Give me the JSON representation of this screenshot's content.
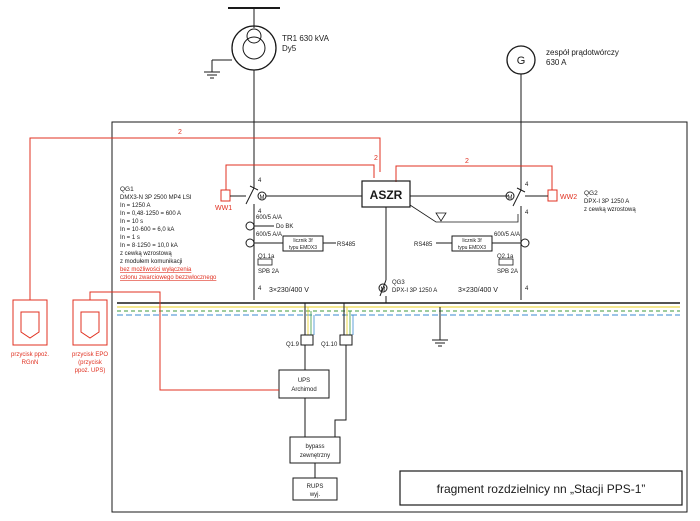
{
  "transformer": {
    "name": "TR1 630 kVA",
    "vector": "Dy5"
  },
  "generator": {
    "symbol": "G",
    "title": "zespół prądotwórczy",
    "rating": "630 A"
  },
  "aszr": {
    "label": "ASZR"
  },
  "qg1": {
    "lines": [
      "QG1",
      "DMX3-N 3P 2500 MP4 LSI",
      "In = 1250 A",
      "In = 0,48·1250 = 600 A",
      "In = 10 s",
      "In = 10·600 = 6,0 kA",
      "In = 1 s",
      "In = 8·1250 = 10,0 kA",
      "z cewką wzrostową",
      "z modułem komunikacji"
    ],
    "red_lines": [
      "bez możliwości wyłączenia",
      "członu zwarciowego bezzwłocznego"
    ]
  },
  "qg2": {
    "lines": [
      "QG2",
      "DPX-I 3P 1250 A",
      "z cewką wzrostową"
    ]
  },
  "qg3": {
    "lines": [
      "QG3",
      "DPX-I 3P 1250 A"
    ]
  },
  "ww1": "WW1",
  "ww2": "WW2",
  "cable_mark": "2",
  "pole_mark": "4",
  "ct_left_1": "600/5 A/A",
  "ct_left_2": "600/5 A/A",
  "do_bk": "Do BK",
  "meter_left": {
    "line1": "licznik 3f",
    "line2": "typu EMDX3"
  },
  "rs485_left": "RS485",
  "ct_right": "600/5 A/A",
  "meter_right": {
    "line1": "licznik 3f",
    "line2": "typu EMDX3"
  },
  "rs485_right": "RS485",
  "q11a": {
    "line1": "Q1.1a",
    "line2": "SPB 2A"
  },
  "q21a": {
    "line1": "Q2.1a",
    "line2": "SPB 2A"
  },
  "bus_left": "3×230/400 V",
  "bus_right": "3×230/400 V",
  "q19": "Q1.9",
  "q110": "Q1.10",
  "ups": {
    "line1": "UPS",
    "line2": "Archimod"
  },
  "bypass": {
    "line1": "bypass",
    "line2": "zewnętrzny"
  },
  "rups": {
    "line1": "RUPS",
    "line2": "wyj."
  },
  "przycisk_rgnn": {
    "line1": "przycisk ppoż.",
    "line2": "RGnN"
  },
  "przycisk_epo": {
    "line1": "przycisk EPO",
    "line2": "(przycisk",
    "line3": "ppoż. UPS)"
  },
  "caption": "fragment rozdzielnicy nn „Stacji PPS-1”",
  "colors": {
    "ink": "#1a1a1a",
    "red": "#e03020",
    "yellow": "#e8d020",
    "green": "#3c9a3c",
    "blue": "#3a8ad0"
  }
}
